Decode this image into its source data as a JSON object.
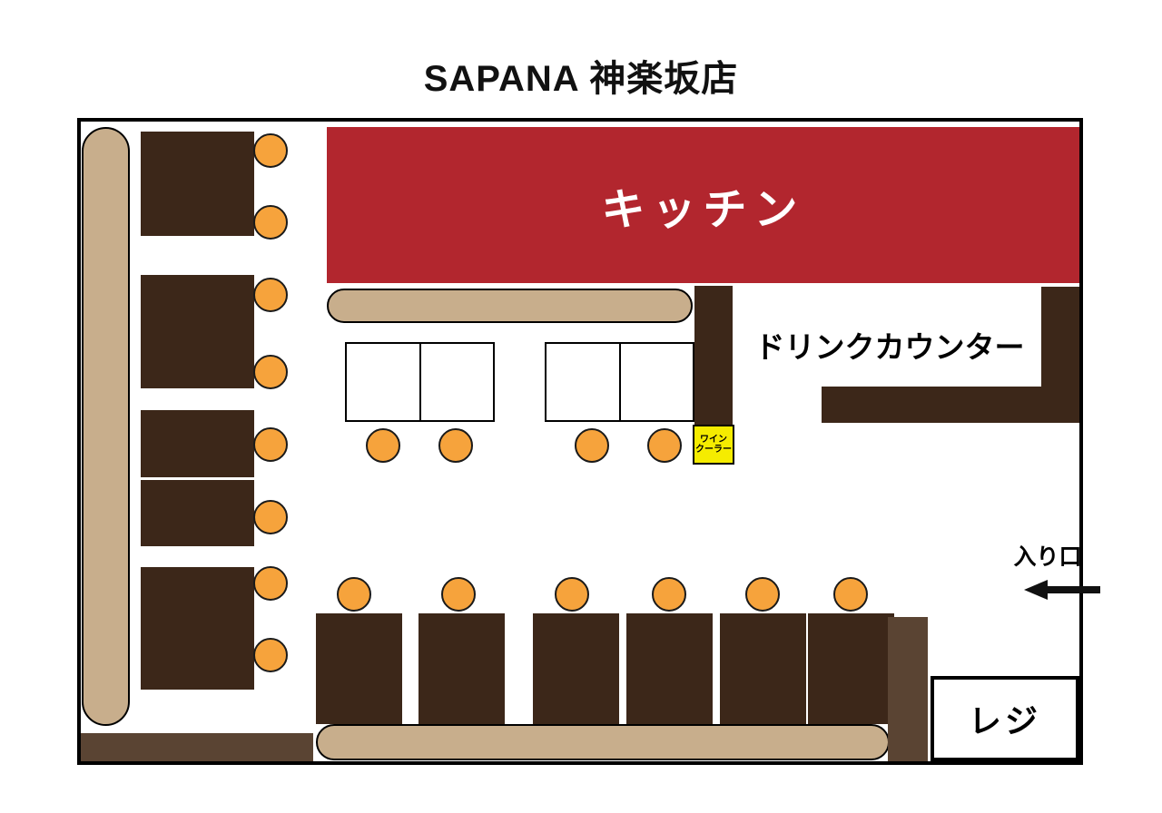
{
  "title": "SAPANA 神楽坂店",
  "areas": {
    "kitchen_label": "キッチン",
    "drink_counter_label": "ドリンクカウンター",
    "register_label": "レジ",
    "entrance_label": "入り口",
    "wine_cooler_line1": "ワイン",
    "wine_cooler_line2": "クーラー"
  },
  "colors": {
    "kitchen_red": "#b2262e",
    "table_brown": "#3c2719",
    "wall_brown": "#5a4433",
    "bench_tan": "#c8ae8c",
    "seat_orange": "#f6a33c",
    "wine_yellow": "#f5ec00"
  }
}
